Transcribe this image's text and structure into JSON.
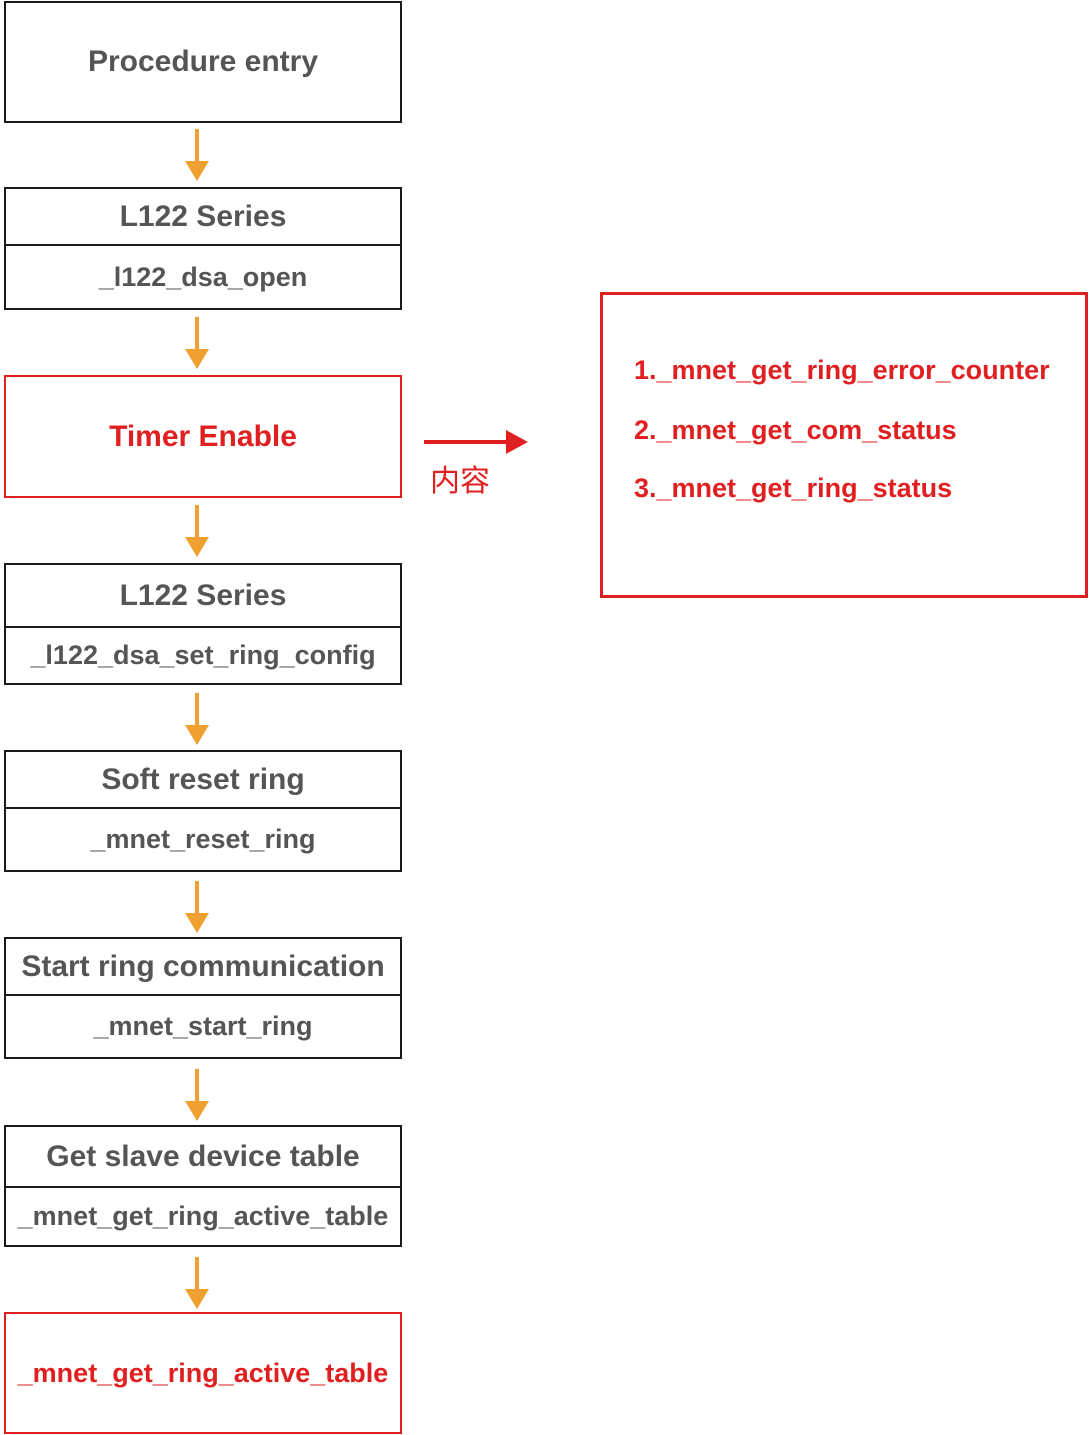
{
  "flow": {
    "step1": {
      "title": "Procedure entry"
    },
    "step2": {
      "title": "L122 Series",
      "function": "_l122_dsa_open"
    },
    "step3": {
      "title": "Timer Enable"
    },
    "step4": {
      "title": "L122 Series",
      "function": "_l122_dsa_set_ring_config"
    },
    "step5": {
      "title": "Soft reset ring",
      "function": "_mnet_reset_ring"
    },
    "step6": {
      "title": "Start ring communication",
      "function": "_mnet_start_ring"
    },
    "step7": {
      "title": "Get slave device table",
      "function": "_mnet_get_ring_active_table"
    },
    "step8": {
      "function": "_mnet_get_ring_active_table"
    }
  },
  "side_arrow_label": "内容",
  "content_items": [
    "1._mnet_get_ring_error_counter",
    "2._mnet_get_com_status",
    "3._mnet_get_ring_status"
  ],
  "colors": {
    "arrow": "#f0a030",
    "highlight": "#e02020",
    "text": "#555555",
    "border": "#1a1a1a"
  }
}
